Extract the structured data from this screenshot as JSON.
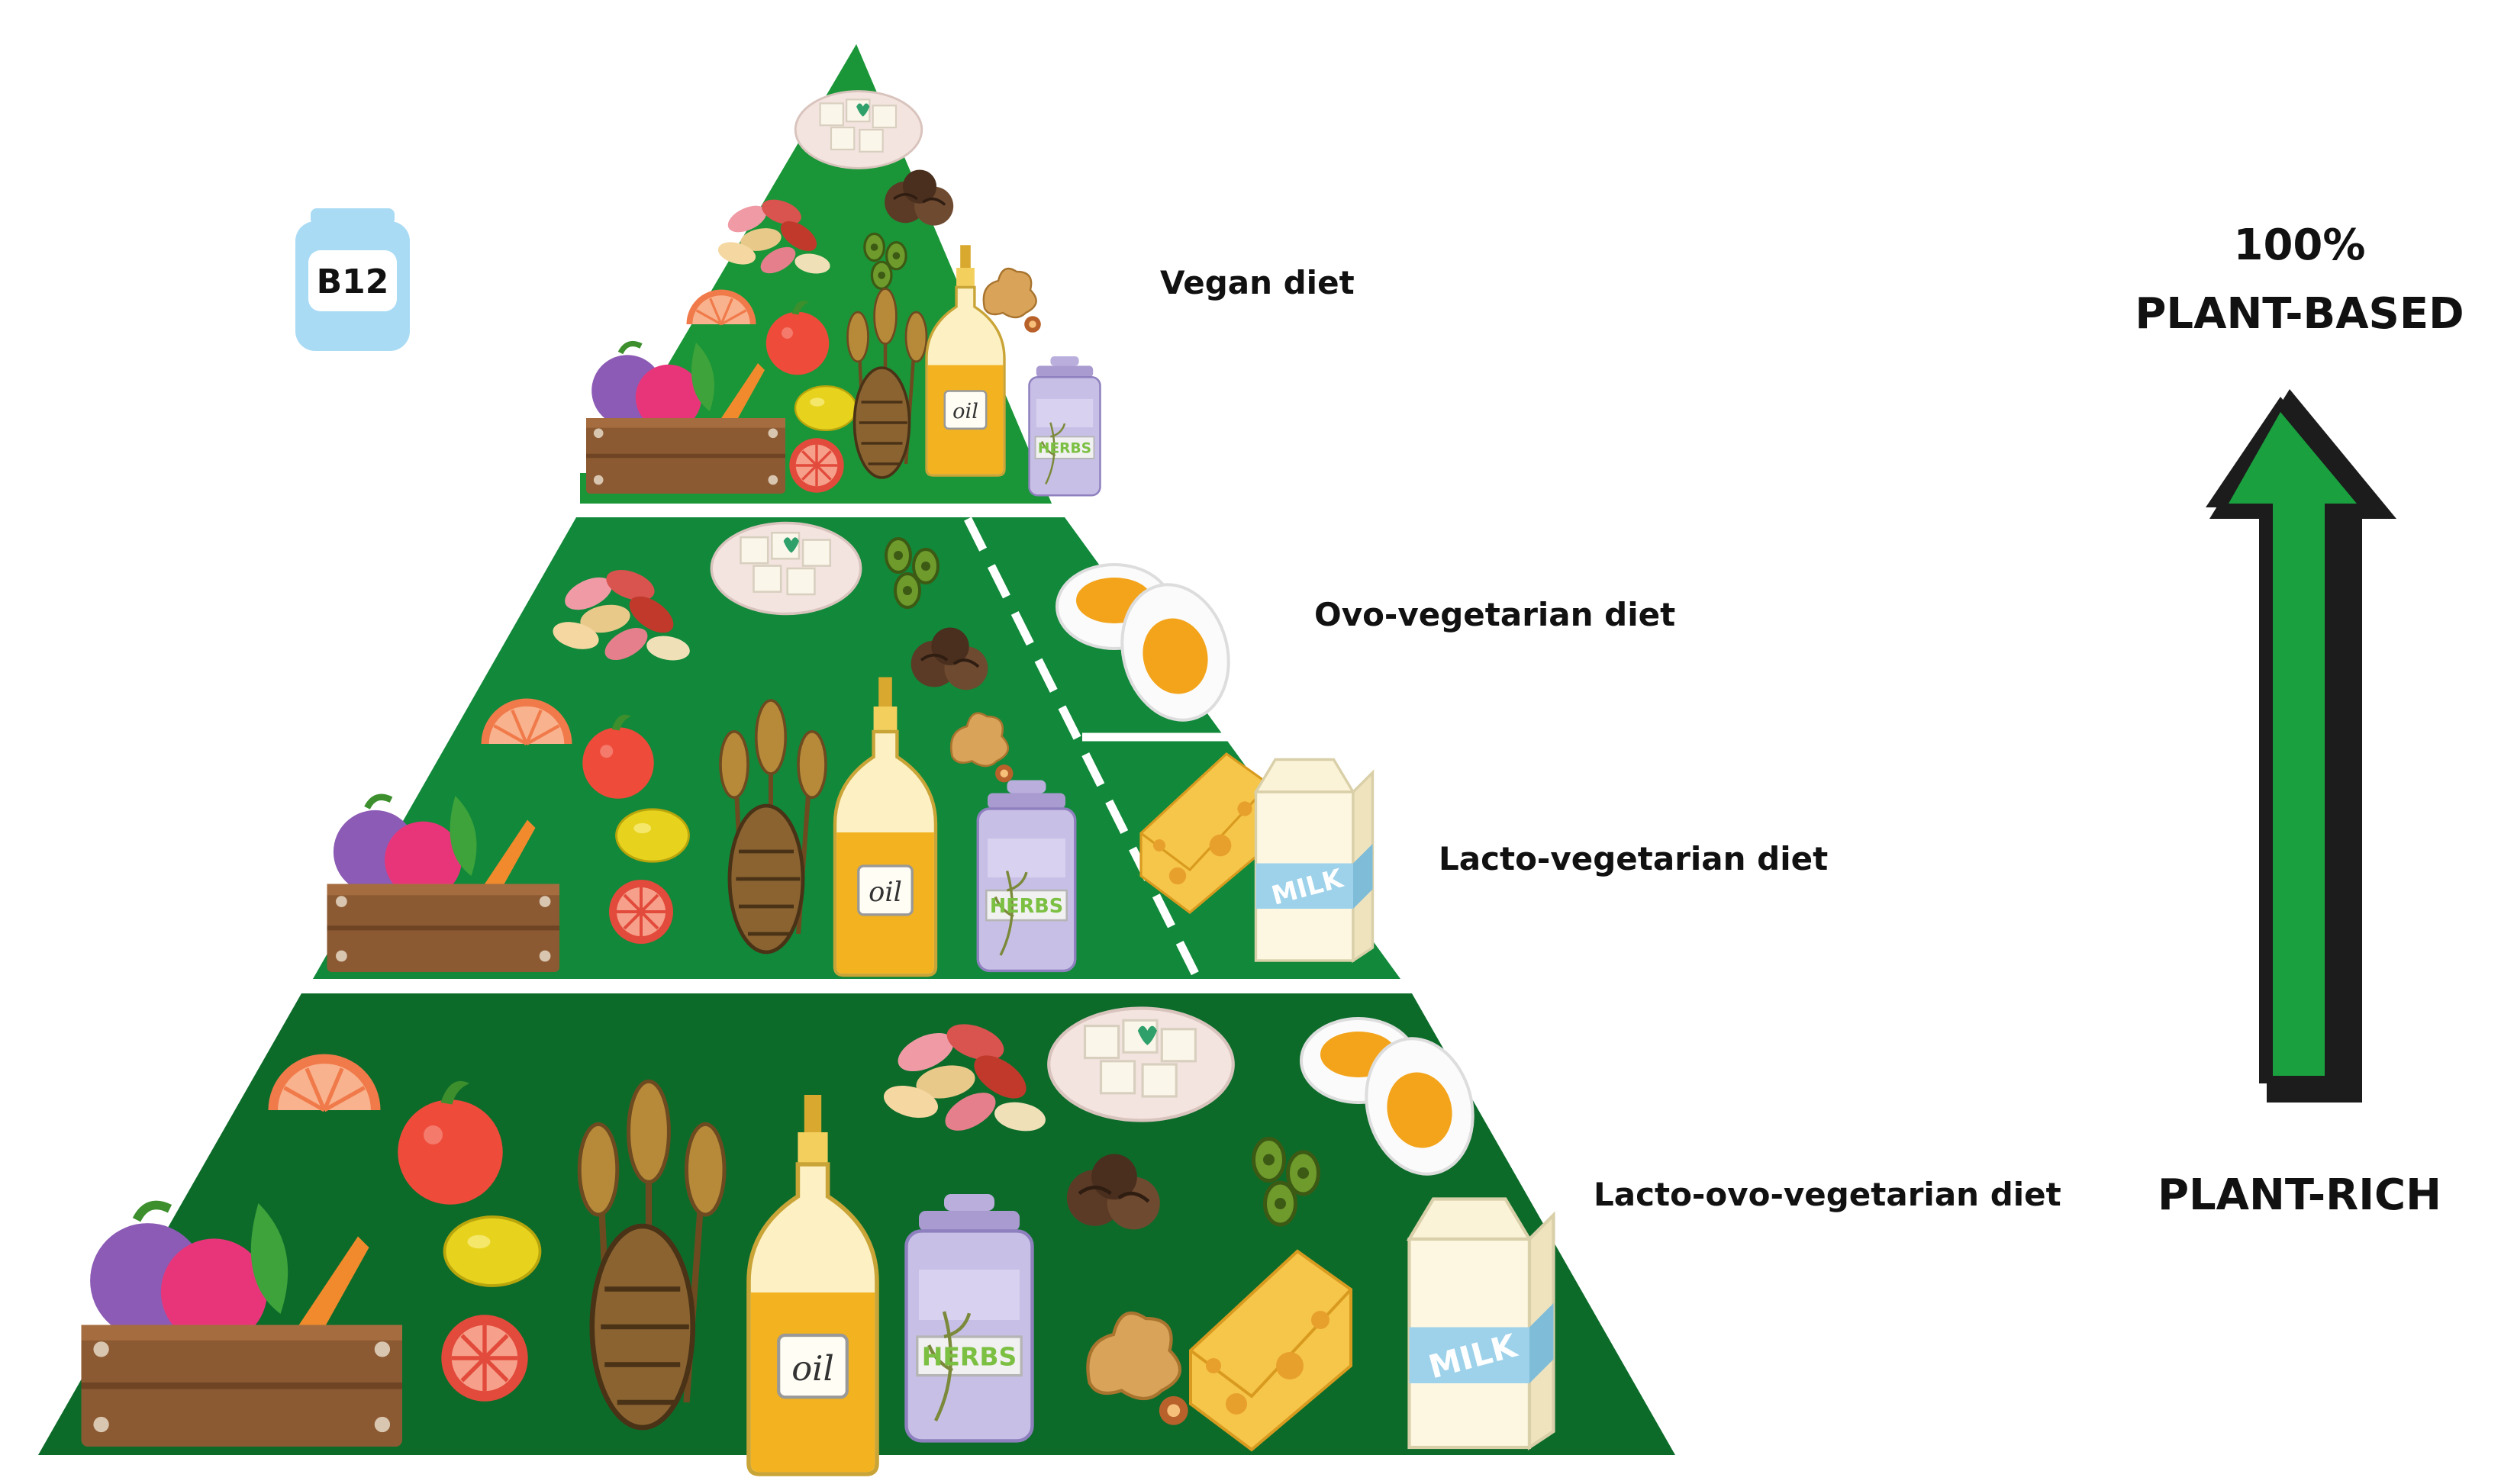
{
  "supplement": {
    "label": "B12"
  },
  "tiers": [
    {
      "label": "Vegan diet"
    },
    {
      "label": "Ovo-vegetarian diet"
    },
    {
      "label": "Lacto-vegetarian diet"
    },
    {
      "label": "Lacto-ovo-vegetarian diet"
    }
  ],
  "scale": {
    "top_line1": "100%",
    "top_line2": "PLANT-BASED",
    "bottom": "PLANT-RICH"
  },
  "food_labels": {
    "oil": "oil",
    "herbs": "HERBS",
    "milk": "MILK"
  },
  "colors": {
    "pyramid_top": "#1a9638",
    "pyramid_mid": "#11883a",
    "pyramid_bottom": "#0d6b2a",
    "arrow_fill": "#1aa03e",
    "arrow_outline": "#1c1c1c",
    "b12_jar": "#a9dbf5"
  }
}
